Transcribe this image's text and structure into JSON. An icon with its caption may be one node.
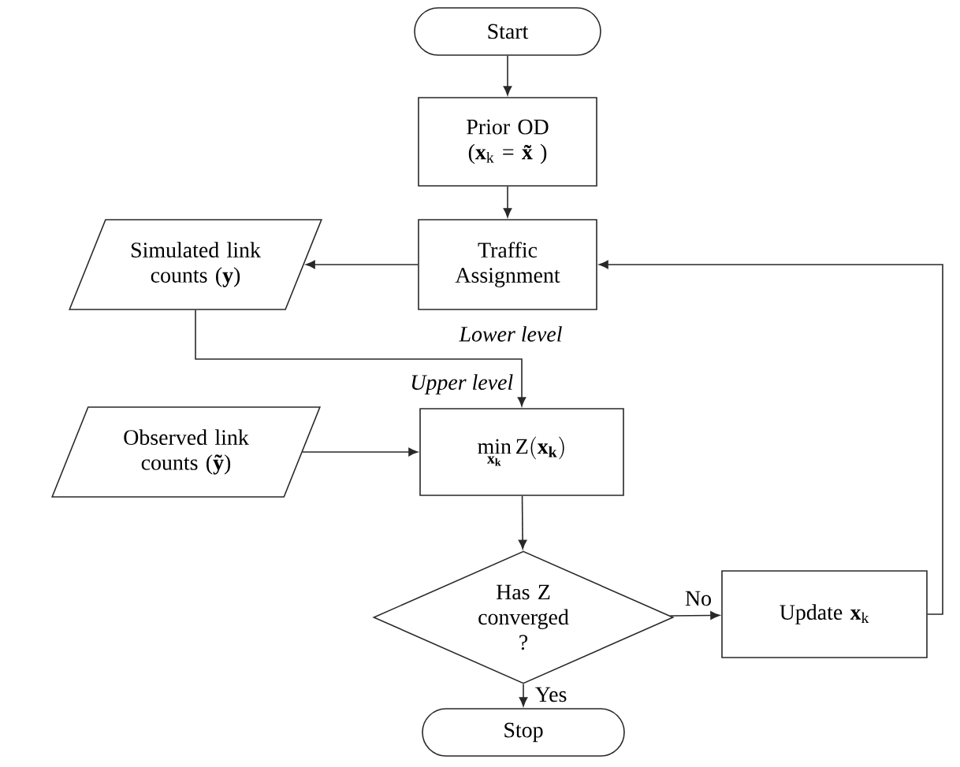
{
  "diagram": {
    "nodes": [
      {
        "text": [
          "Start"
        ]
      },
      {
        "text": [
          "Prior OD (**x**$_{k}$ = **x̃**)"
        ]
      },
      {
        "text": [
          "Traffic Assignment"
        ]
      },
      {
        "text": [
          "Simulated link counts (**y**)"
        ]
      },
      {
        "text": [
          "Observed link counts (**ỹ**)"
        ]
      },
      {
        "text": [
          "\\min_{\\mathbf{x}_\\mathbf{k}} \\mathrm{Z}(\\mathbf{x}_\\mathbf{k})"
        ]
      },
      {
        "text": [
          "Has Z converged ?"
        ]
      },
      {
        "text": [
          "Update **x**$_{k}$"
        ]
      },
      {
        "text": [
          "Stop"
        ]
      }
    ],
    "edges": [
      {
        "from": 0,
        "to": 1,
        "arrow": "to"
      },
      {
        "from": 1,
        "to": 2,
        "arrow": "to"
      },
      {
        "from": 2,
        "to": 3,
        "arrow": "to"
      },
      {
        "from": 3,
        "to": 5,
        "arrow": "to"
      },
      {
        "from": 4,
        "to": 5,
        "arrow": "to"
      },
      {
        "from": 5,
        "to": 6,
        "arrow": "to"
      },
      {
        "from": 6,
        "to": 7,
        "arrow": "to",
        "label": "No"
      },
      {
        "from": 6,
        "to": 8,
        "arrow": "to",
        "label": "Yes"
      },
      {
        "from": 7,
        "to": 2,
        "arrow": "to"
      }
    ],
    "labels": [
      "Lower level",
      "Upper level"
    ]
  }
}
